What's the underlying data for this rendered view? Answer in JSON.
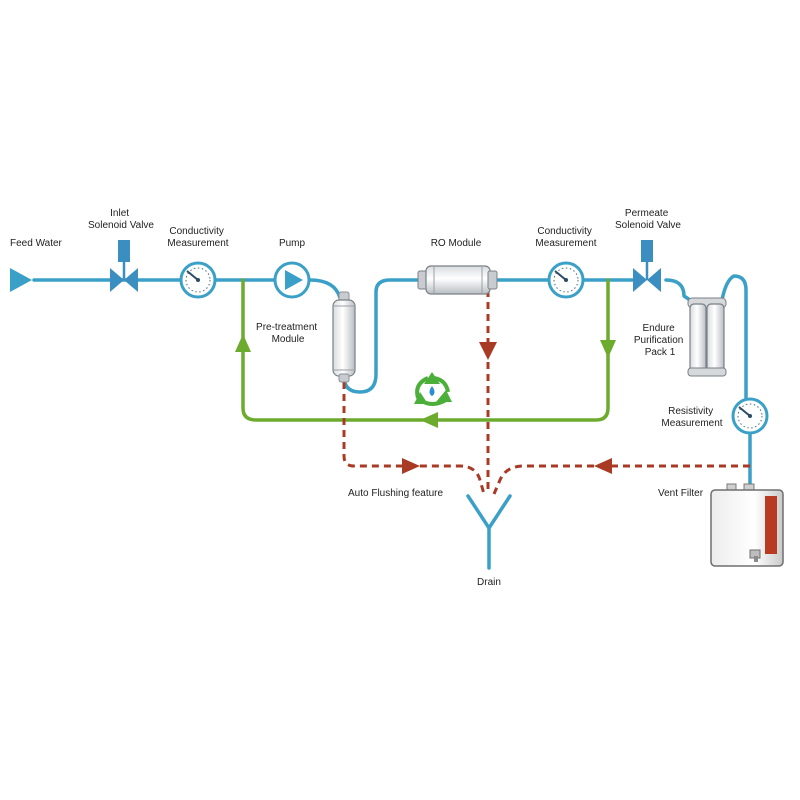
{
  "labels": {
    "feed_water": "Feed Water",
    "inlet_valve": [
      "Inlet",
      "Solenoid Valve"
    ],
    "conductivity_1": [
      "Conductivity",
      "Measurement"
    ],
    "pump": "Pump",
    "pretreatment": [
      "Pre-treatment",
      "Module"
    ],
    "ro_module": "RO Module",
    "conductivity_2": [
      "Conductivity",
      "Measurement"
    ],
    "permeate_valve": [
      "Permeate",
      "Solenoid Valve"
    ],
    "endure": [
      "Endure",
      "Purification",
      "Pack 1"
    ],
    "resistivity": [
      "Resistivity",
      "Measurement"
    ],
    "vent_filter": "Vent Filter",
    "auto_flushing": "Auto Flushing feature",
    "drain": "Drain"
  },
  "colors": {
    "pipe": "#3aa0c8",
    "recirculation": "#6cab2e",
    "drain": "#a93a24",
    "valve": "#3a8fc0",
    "tank_stripe": "#b83a22",
    "recycle": "#4caf3a"
  },
  "icons": [
    "arrow-icon",
    "valve-icon",
    "gauge-icon",
    "pump-icon",
    "filter-icon",
    "recycle-icon",
    "drain-icon",
    "tank-icon"
  ]
}
